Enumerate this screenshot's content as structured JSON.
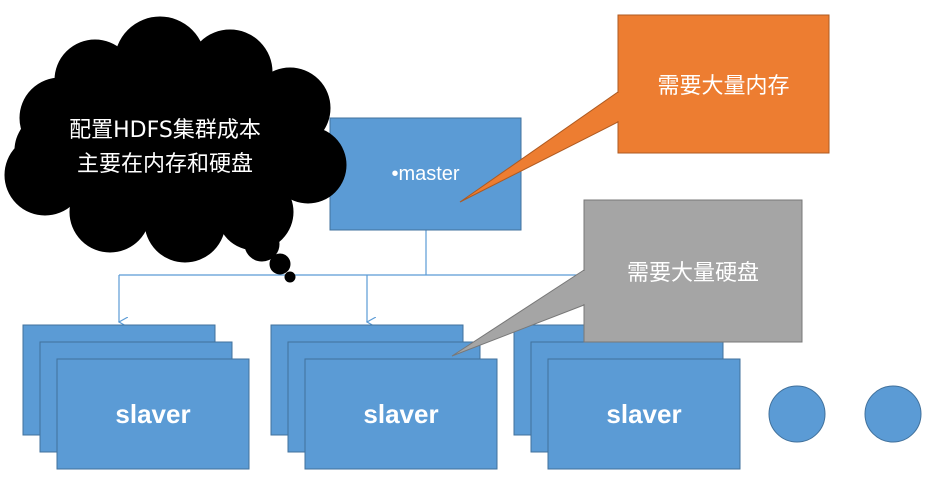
{
  "master": {
    "label": "•master"
  },
  "slavers": [
    {
      "label": "slaver"
    },
    {
      "label": "slaver"
    },
    {
      "label": "slaver"
    }
  ],
  "thought_cloud": {
    "line1": "配置HDFS集群成本",
    "line2": "主要在内存和硬盘"
  },
  "callouts": {
    "memory": "需要大量内存",
    "disk": "需要大量硬盘"
  },
  "colors": {
    "node_blue": "#5B9BD5",
    "node_border": "#41719C",
    "connector": "#5B9BD5",
    "memory_callout": "#ED7D31",
    "disk_callout": "#A5A5A5",
    "cloud": "#000000"
  }
}
